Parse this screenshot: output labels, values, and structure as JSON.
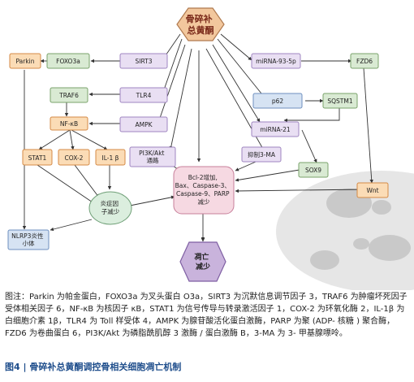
{
  "diagram": {
    "center_title": "骨碎补\n总黄酮",
    "nodes": {
      "parkin": "Parkin",
      "foxo3a": "FOXO3a",
      "sirt3": "SIRT3",
      "mirna93": "miRNA-93-5p",
      "fzd6": "FZD6",
      "traf6": "TRAF6",
      "tlr4": "TLR4",
      "p62": "p62",
      "sqstm1": "SQSTM1",
      "nfkb": "NF-κB",
      "ampk": "AMPK",
      "mirna21": "miRNA-21",
      "stat1": "STAT1",
      "cox2": "COX-2",
      "il1b": "IL-1 β",
      "pi3k": "PI3K/Akt\n通路",
      "ma3": "抑制3-MA",
      "sox9": "SOX9",
      "wnt": "Wnt",
      "bcl2": "Bcl-2增加,\nBax、Caspase-3、\nCaspase-9、PARP\n减少",
      "inflam": "炎症因\n子减少",
      "nlrp3": "NLRP3炎性\n小体",
      "apoptosis": "凋亡\n减少"
    }
  },
  "caption": "图注：Parkin 为帕金蛋白，FOXO3a 为叉头蛋白 O3a，SIRT3 为沉默信息调节因子 3，TRAF6 为肿瘤坏死因子受体相关因子 6，NF-κB 为核因子 κB，STAT1 为信号传导与转录激活因子 1，COX-2 为环氧化酶 2，IL-1β 为白细胞介素 1β，TLR4 为 Toll 样受体 4，AMPK 为腺苷酸活化蛋白激酶，PARP 为聚 (ADP- 核糖 ) 聚合酶，FZD6 为卷曲蛋白 6，PI3K/Akt 为磷脂酰肌醇 3 激酶 / 蛋白激酶 B，3-MA 为 3- 甲基腺嘌呤。",
  "figure_title": "图4 | 骨碎补总黄酮调控骨相关细胞凋亡机制",
  "colors": {
    "hex_fill": "#f2c79d",
    "hex_stroke": "#b07a4f",
    "purple_fill": "#e9dff3",
    "purple_stroke": "#9f86c0",
    "orange_fill": "#fbdcb6",
    "orange_stroke": "#d48a45",
    "green_fill": "#d9ead3",
    "green_stroke": "#7aa36b",
    "blue_fill": "#d6e3f3",
    "blue_stroke": "#6d8fbf",
    "pink_fill": "#f6d9e2",
    "pink_stroke": "#c77f9a",
    "lightgreen_fill": "#dbeede",
    "lightgreen_stroke": "#6f9f77",
    "apop_fill": "#c9b3dc",
    "apop_stroke": "#7f5fa3",
    "bone": "#e6e6e6",
    "bone_spot": "#c9c9c9",
    "arrow": "#333333",
    "caption_title": "#1f4e8c"
  }
}
